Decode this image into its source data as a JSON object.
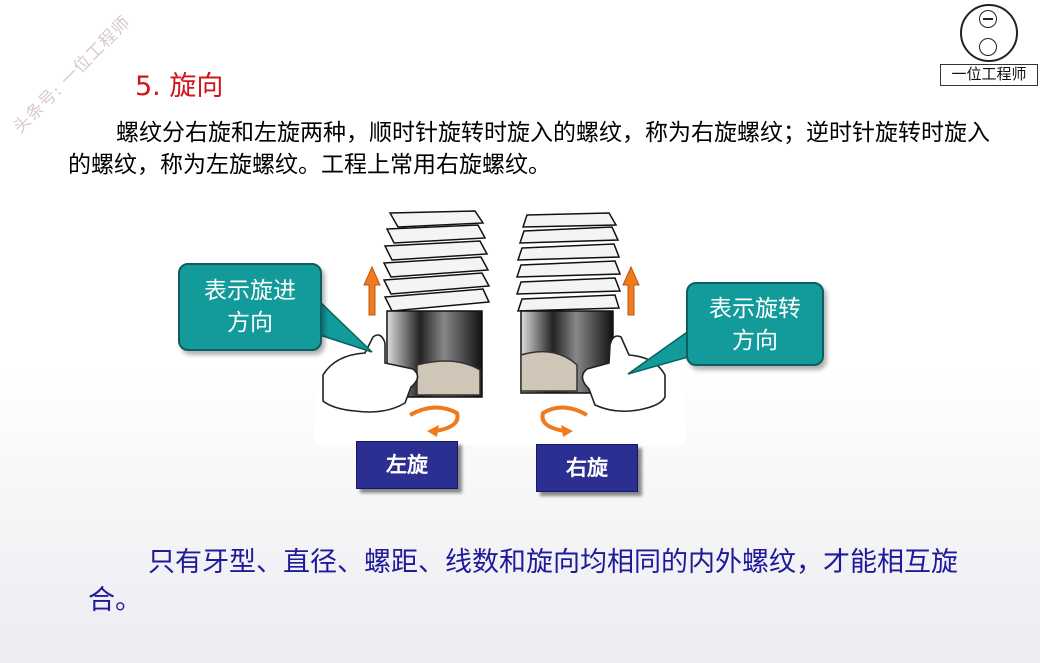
{
  "watermark": "头条号: 一位工程师",
  "logo": {
    "label": "一位工程师"
  },
  "section": {
    "title": "5. 旋向"
  },
  "intro_text": "螺纹分右旋和左旋两种，顺时针旋转时旋入的螺纹，称为右旋螺纹；逆时针旋转时旋入的螺纹，称为左旋螺纹。工程上常用右旋螺纹。",
  "figure": {
    "callout_left": {
      "line1": "表示旋进",
      "line2": "方向"
    },
    "callout_right": {
      "line1": "表示旋转",
      "line2": "方向"
    },
    "label_left": "左旋",
    "label_right": "右旋"
  },
  "conclusion_text": "只有牙型、直径、螺距、线数和旋向均相同的内外螺纹，才能相互旋合。",
  "colors": {
    "title": "#d0151c",
    "callout": "#139b9b",
    "label_bg": "#2b2f91",
    "conclusion": "#1f1a9a",
    "arrow": "#f07b1f"
  }
}
